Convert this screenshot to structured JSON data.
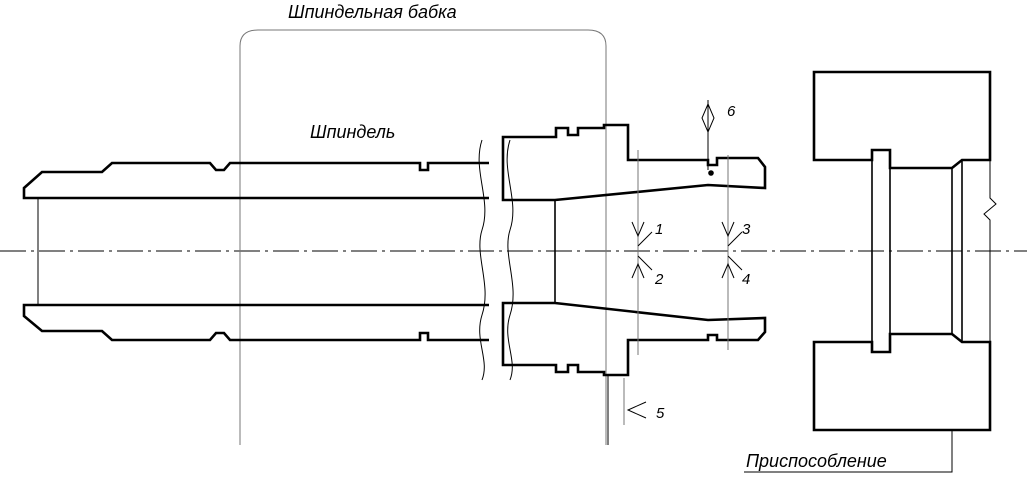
{
  "labels": {
    "headstock": "Шпиндельная бабка",
    "spindle": "Шпиндель",
    "fixture": "Приспособление"
  },
  "callouts": [
    "1",
    "2",
    "3",
    "4",
    "5",
    "6"
  ],
  "colors": {
    "line": "#000000",
    "background": "#ffffff",
    "extension": "#777777"
  }
}
